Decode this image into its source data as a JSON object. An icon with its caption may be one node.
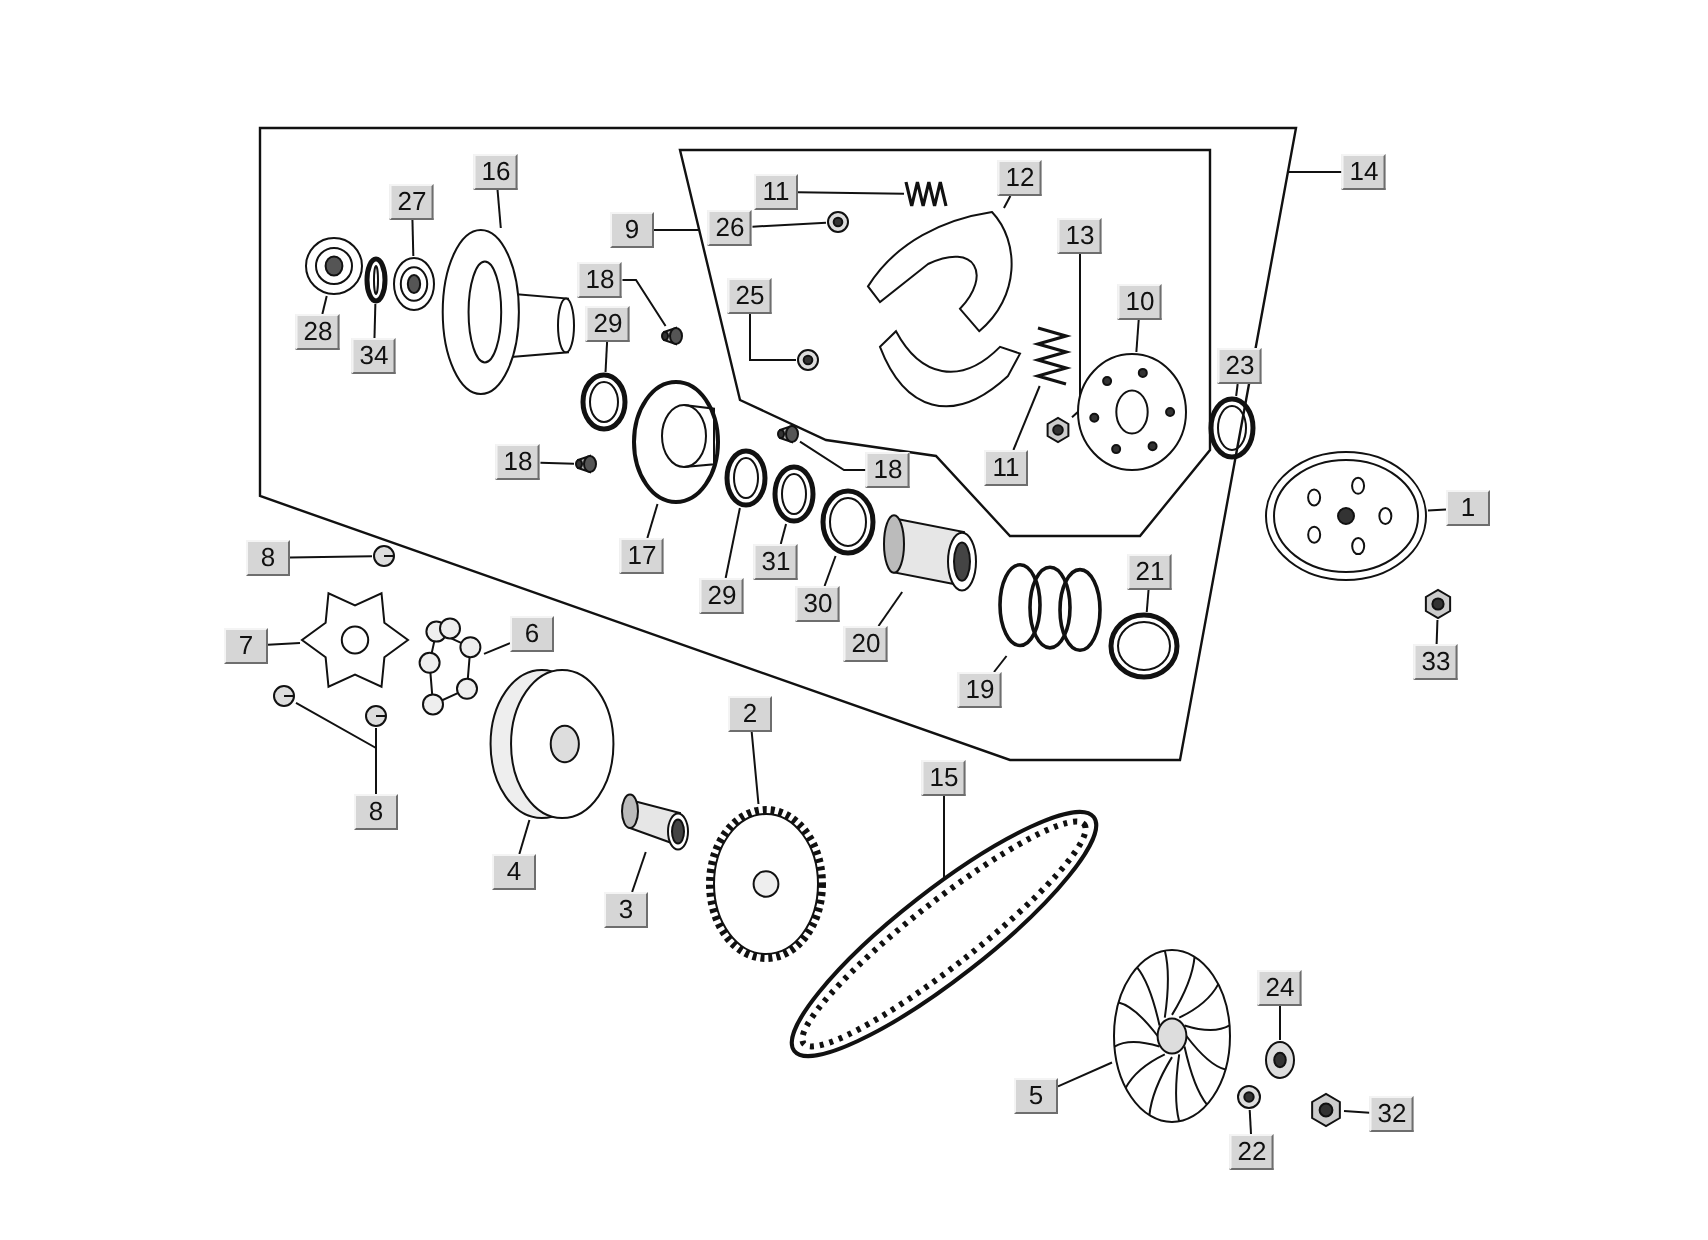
{
  "diagram": {
    "nodes": [
      {
        "text": [],
        "shape": "box"
      },
      {
        "text": [],
        "shape": "box",
        "in": 0
      },
      {
        "text": [
          "14"
        ]
      },
      {
        "text": [
          "16"
        ],
        "in": 0
      },
      {
        "text": [
          "27"
        ],
        "in": 0
      },
      {
        "text": [
          "11"
        ],
        "in": 1
      },
      {
        "text": [
          "12"
        ],
        "in": 1
      },
      {
        "text": [
          "9"
        ],
        "in": 0
      },
      {
        "text": [
          "26"
        ],
        "in": 1
      },
      {
        "text": [
          "13"
        ],
        "in": 1
      },
      {
        "text": [
          "18"
        ],
        "in": 0
      },
      {
        "text": [
          "25"
        ],
        "in": 1
      },
      {
        "text": [
          "10"
        ],
        "in": 1
      },
      {
        "text": [
          "28"
        ],
        "in": 0
      },
      {
        "text": [
          "29"
        ],
        "in": 0
      },
      {
        "text": [
          "34"
        ],
        "in": 0
      },
      {
        "text": [
          "23"
        ],
        "in": 0
      },
      {
        "text": [
          "18"
        ],
        "in": 0
      },
      {
        "text": [
          "18"
        ],
        "in": 0
      },
      {
        "text": [
          "11"
        ],
        "in": 1
      },
      {
        "text": [
          "1"
        ]
      },
      {
        "text": [
          "17"
        ],
        "in": 0
      },
      {
        "text": [
          "31"
        ],
        "in": 0
      },
      {
        "text": [
          "21"
        ],
        "in": 0
      },
      {
        "text": [
          "8"
        ]
      },
      {
        "text": [
          "29"
        ],
        "in": 0
      },
      {
        "text": [
          "30"
        ],
        "in": 0
      },
      {
        "text": [
          "6"
        ]
      },
      {
        "text": [
          "7"
        ]
      },
      {
        "text": [
          "20"
        ],
        "in": 0
      },
      {
        "text": [
          "33"
        ]
      },
      {
        "text": [
          "19"
        ],
        "in": 0
      },
      {
        "text": [
          "2"
        ]
      },
      {
        "text": [
          "15"
        ]
      },
      {
        "text": [
          "8"
        ]
      },
      {
        "text": [
          "4"
        ]
      },
      {
        "text": [
          "3"
        ]
      },
      {
        "text": [
          "24"
        ]
      },
      {
        "text": [
          "5"
        ]
      },
      {
        "text": [
          "32"
        ]
      },
      {
        "text": [
          "22"
        ]
      },
      {
        "text": [],
        "shape": "picture",
        "in": 0
      },
      {
        "text": [],
        "shape": "picture",
        "in": 0
      },
      {
        "text": [],
        "shape": "picture",
        "in": 0
      },
      {
        "text": [],
        "shape": "picture",
        "in": 0
      },
      {
        "text": [],
        "shape": "picture",
        "in": 1
      },
      {
        "text": [],
        "shape": "picture",
        "in": 1
      },
      {
        "text": [],
        "shape": "picture",
        "in": 1
      },
      {
        "text": [],
        "shape": "picture",
        "in": 1
      },
      {
        "text": [],
        "shape": "cylinder",
        "in": 0
      },
      {
        "text": [],
        "shape": "picture",
        "in": 1
      },
      {
        "text": [],
        "shape": "picture",
        "in": 1
      },
      {
        "text": [],
        "shape": "picture",
        "in": 0
      },
      {
        "text": [],
        "shape": "picture",
        "in": 0
      },
      {
        "text": [],
        "shape": "picture",
        "in": 0
      },
      {
        "text": [],
        "shape": "cylinder",
        "in": 0
      },
      {
        "text": [],
        "shape": "cylinder",
        "in": 0
      },
      {
        "text": [],
        "shape": "picture",
        "in": 1
      },
      {
        "text": [],
        "shape": "picture"
      },
      {
        "text": [],
        "shape": "picture",
        "in": 0
      },
      {
        "text": [],
        "shape": "picture",
        "in": 0
      },
      {
        "text": [],
        "shape": "picture",
        "in": 0
      },
      {
        "text": [],
        "shape": "cylinder",
        "in": 0
      },
      {
        "text": [],
        "shape": "picture",
        "in": 0
      },
      {
        "text": [],
        "shape": "picture",
        "in": 0
      },
      {
        "text": [],
        "shape": "picture"
      },
      {
        "text": [],
        "shape": "picture"
      },
      {
        "text": [],
        "shape": "picture"
      },
      {
        "text": [],
        "shape": "picture"
      },
      {
        "text": [],
        "shape": "picture"
      },
      {
        "text": [],
        "shape": "picture"
      },
      {
        "text": [],
        "shape": "picture"
      },
      {
        "text": [],
        "shape": "cylinder"
      },
      {
        "text": [],
        "shape": "picture"
      },
      {
        "text": [],
        "shape": "picture"
      },
      {
        "text": [],
        "shape": "picture"
      },
      {
        "text": [],
        "shape": "picture"
      },
      {
        "text": [],
        "shape": "picture"
      },
      {
        "text": [],
        "shape": "picture"
      }
    ],
    "edges": [
      {
        "from": 2,
        "to": 0,
        "arrow": "none"
      },
      {
        "from": 3,
        "to": 41,
        "arrow": "none"
      },
      {
        "from": 4,
        "to": 42,
        "arrow": "none"
      },
      {
        "from": 5,
        "to": 45,
        "arrow": "none"
      },
      {
        "from": 6,
        "to": 46,
        "arrow": "none"
      },
      {
        "from": 7,
        "to": 1,
        "arrow": "none"
      },
      {
        "from": 8,
        "to": 47,
        "arrow": "none"
      },
      {
        "from": 9,
        "to": 48,
        "arrow": "none"
      },
      {
        "from": 10,
        "to": 49,
        "arrow": "none"
      },
      {
        "from": 11,
        "to": 50,
        "arrow": "none"
      },
      {
        "from": 12,
        "to": 51,
        "arrow": "none"
      },
      {
        "from": 13,
        "to": 43,
        "arrow": "none"
      },
      {
        "from": 14,
        "to": 52,
        "arrow": "none"
      },
      {
        "from": 15,
        "to": 44,
        "arrow": "none"
      },
      {
        "from": 16,
        "to": 54,
        "arrow": "none"
      },
      {
        "from": 17,
        "to": 55,
        "arrow": "none"
      },
      {
        "from": 18,
        "to": 56,
        "arrow": "none"
      },
      {
        "from": 19,
        "to": 57,
        "arrow": "none"
      },
      {
        "from": 20,
        "to": 58,
        "arrow": "none"
      },
      {
        "from": 21,
        "to": 53,
        "arrow": "none"
      },
      {
        "from": 22,
        "to": 60,
        "arrow": "none"
      },
      {
        "from": 23,
        "to": 64,
        "arrow": "none"
      },
      {
        "from": 24,
        "to": 66,
        "arrow": "none"
      },
      {
        "from": 25,
        "to": 59,
        "arrow": "none"
      },
      {
        "from": 26,
        "to": 61,
        "arrow": "none"
      },
      {
        "from": 27,
        "to": 68,
        "arrow": "none"
      },
      {
        "from": 28,
        "to": 67,
        "arrow": "none"
      },
      {
        "from": 29,
        "to": 62,
        "arrow": "none"
      },
      {
        "from": 30,
        "to": 65,
        "arrow": "none"
      },
      {
        "from": 31,
        "to": 63,
        "arrow": "none"
      },
      {
        "from": 32,
        "to": 73,
        "arrow": "none"
      },
      {
        "from": 33,
        "to": 74,
        "arrow": "none"
      },
      {
        "from": 34,
        "to": 70,
        "arrow": "none"
      },
      {
        "from": 34,
        "to": 69,
        "arrow": "none"
      },
      {
        "from": 35,
        "to": 71,
        "arrow": "none"
      },
      {
        "from": 36,
        "to": 72,
        "arrow": "none"
      },
      {
        "from": 37,
        "to": 77,
        "arrow": "none"
      },
      {
        "from": 38,
        "to": 75,
        "arrow": "none"
      },
      {
        "from": 39,
        "to": 78,
        "arrow": "none"
      },
      {
        "from": 40,
        "to": 76,
        "arrow": "none"
      }
    ]
  }
}
